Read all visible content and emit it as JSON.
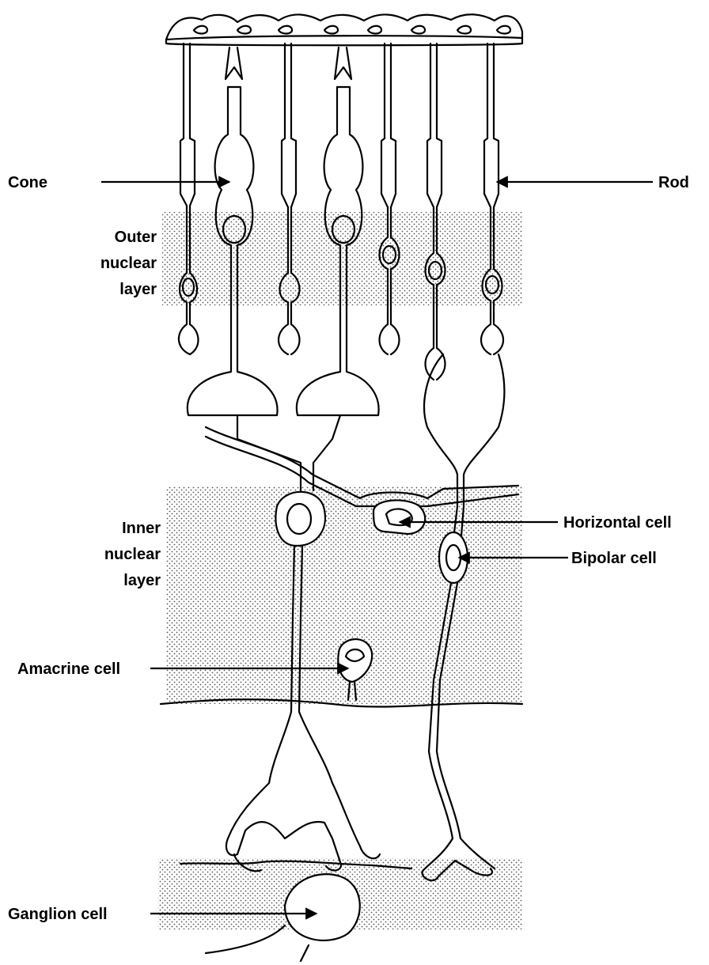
{
  "labels": {
    "cone": "Cone",
    "rod": "Rod",
    "outer_nuclear_layer": [
      "Outer",
      "nuclear",
      "layer"
    ],
    "inner_nuclear_layer": [
      "Inner",
      "nuclear",
      "layer"
    ],
    "horizontal_cell": "Horizontal cell",
    "bipolar_cell": "Bipolar cell",
    "amacrine_cell": "Amacrine cell",
    "ganglion_cell": "Ganglion cell"
  },
  "colors": {
    "line": "#000000",
    "background": "#ffffff",
    "stipple": "#555555"
  }
}
